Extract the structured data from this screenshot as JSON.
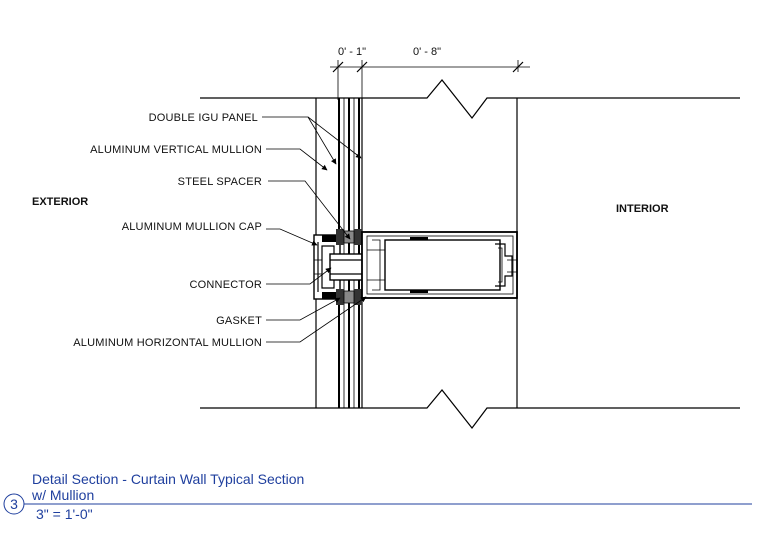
{
  "dimensions": {
    "left": "0' - 1\"",
    "right": "0' - 8\""
  },
  "zones": {
    "exterior": "EXTERIOR",
    "interior": "INTERIOR"
  },
  "callouts": [
    "DOUBLE IGU PANEL",
    "ALUMINUM VERTICAL MULLION",
    "STEEL SPACER",
    "ALUMINUM MULLION CAP",
    "CONNECTOR",
    "GASKET",
    "ALUMINUM HORIZONTAL MULLION"
  ],
  "title_block": {
    "number": "3",
    "title_line1": "Detail Section - Curtain Wall Typical Section",
    "title_line2": "w/ Mullion",
    "scale": "3\" = 1'-0\""
  },
  "colors": {
    "line": "#000000",
    "title": "#1f3f9e"
  }
}
